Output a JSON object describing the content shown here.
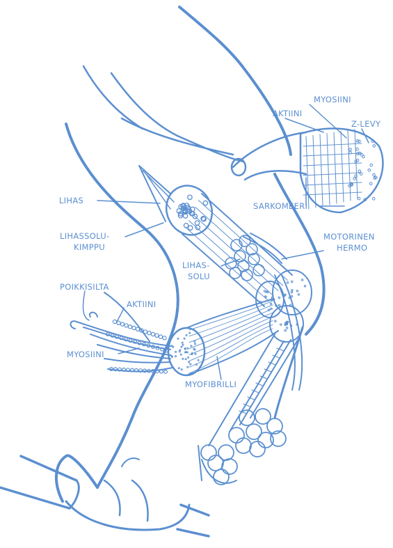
{
  "colors": {
    "ink": "#5b8fd0",
    "background": "#ffffff"
  },
  "labels": {
    "myosiini_top": "MYOSIINI",
    "aktiini_top": "AKTIINI",
    "z_levy": "Z-LEVY",
    "lihas": "LIHAS",
    "sarkomeeri": "SARKOMEERI",
    "lihassolukimppu_line1": "LIHASSOLU-",
    "lihassolukimppu_line2": "KIMPPU",
    "motorinen": "MOTORINEN",
    "hermo": "HERMO",
    "lihassolu_line1": "LIHAS-",
    "lihassolu_line2": "SOLU",
    "poikkisilta": "POIKKISILTA",
    "aktiini_left": "AKTIINI",
    "myosiini_left": "MYOSIINI",
    "myofibrilli": "MYOFIBRILLI"
  }
}
